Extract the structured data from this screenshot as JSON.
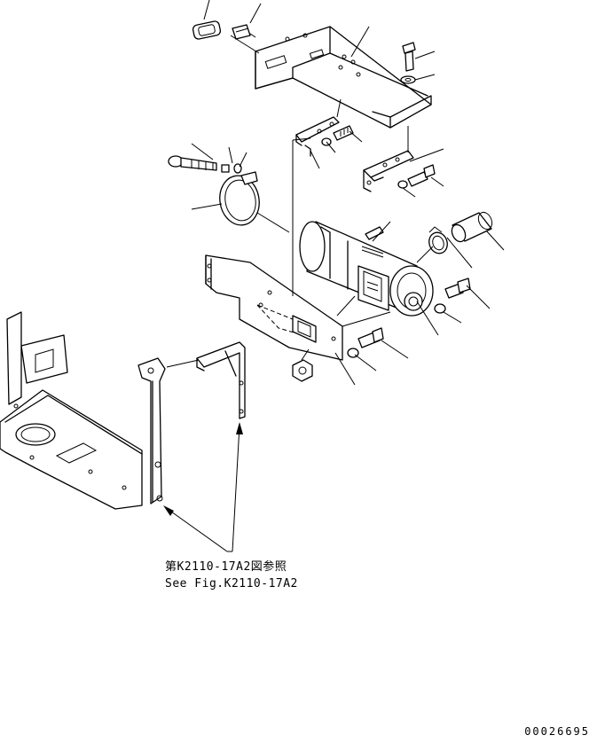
{
  "reference_note": {
    "japanese": "第K2110-17A2図参照",
    "english": "See Fig.K2110-17A2"
  },
  "drawing_number": "00026695",
  "parts": [
    "upper-cover-plate",
    "grommet",
    "clip",
    "bolt",
    "washer",
    "upper-bracket",
    "right-bracket",
    "bolt-with-washer",
    "hose-clamp",
    "hose",
    "canister-filter",
    "filter-mount-plate",
    "nut",
    "support-stay",
    "base-plate",
    "vertical-plate"
  ]
}
